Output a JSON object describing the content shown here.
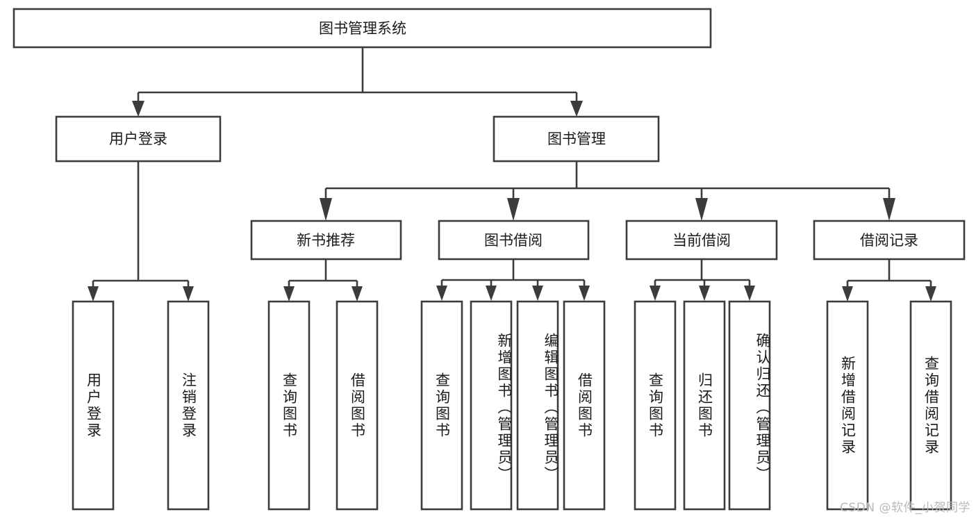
{
  "diagram": {
    "type": "tree-hierarchy",
    "title": "图书管理系统",
    "watermark": "CSDN @软件_小贺同学",
    "colors": {
      "stroke": "#3c3c3c",
      "box_fill": "#ffffff",
      "text": "#1a1a1a",
      "background": "#ffffff",
      "watermark": "#b9b9b9"
    },
    "root": {
      "label": "图书管理系统",
      "level": 0
    },
    "level2": [
      {
        "label": "用户登录"
      },
      {
        "label": "图书管理"
      }
    ],
    "level3": [
      {
        "label": "新书推荐"
      },
      {
        "label": "图书借阅"
      },
      {
        "label": "当前借阅"
      },
      {
        "label": "借阅记录"
      }
    ],
    "leaves": {
      "user_login": [
        {
          "label": "用户登录"
        },
        {
          "label": "注销登录"
        }
      ],
      "new_book_recommend": [
        {
          "label": "查询图书"
        },
        {
          "label": "借阅图书"
        }
      ],
      "book_borrow": [
        {
          "label": "查询图书"
        },
        {
          "label": "新增图书（管理员）"
        },
        {
          "label": "编辑图书（管理员）"
        },
        {
          "label": "借阅图书"
        }
      ],
      "current_borrow": [
        {
          "label": "查询图书"
        },
        {
          "label": "归还图书"
        },
        {
          "label": "确认归还（管理员）"
        }
      ],
      "borrow_record": [
        {
          "label": "新增借阅记录"
        },
        {
          "label": "查询借阅记录"
        }
      ]
    }
  }
}
